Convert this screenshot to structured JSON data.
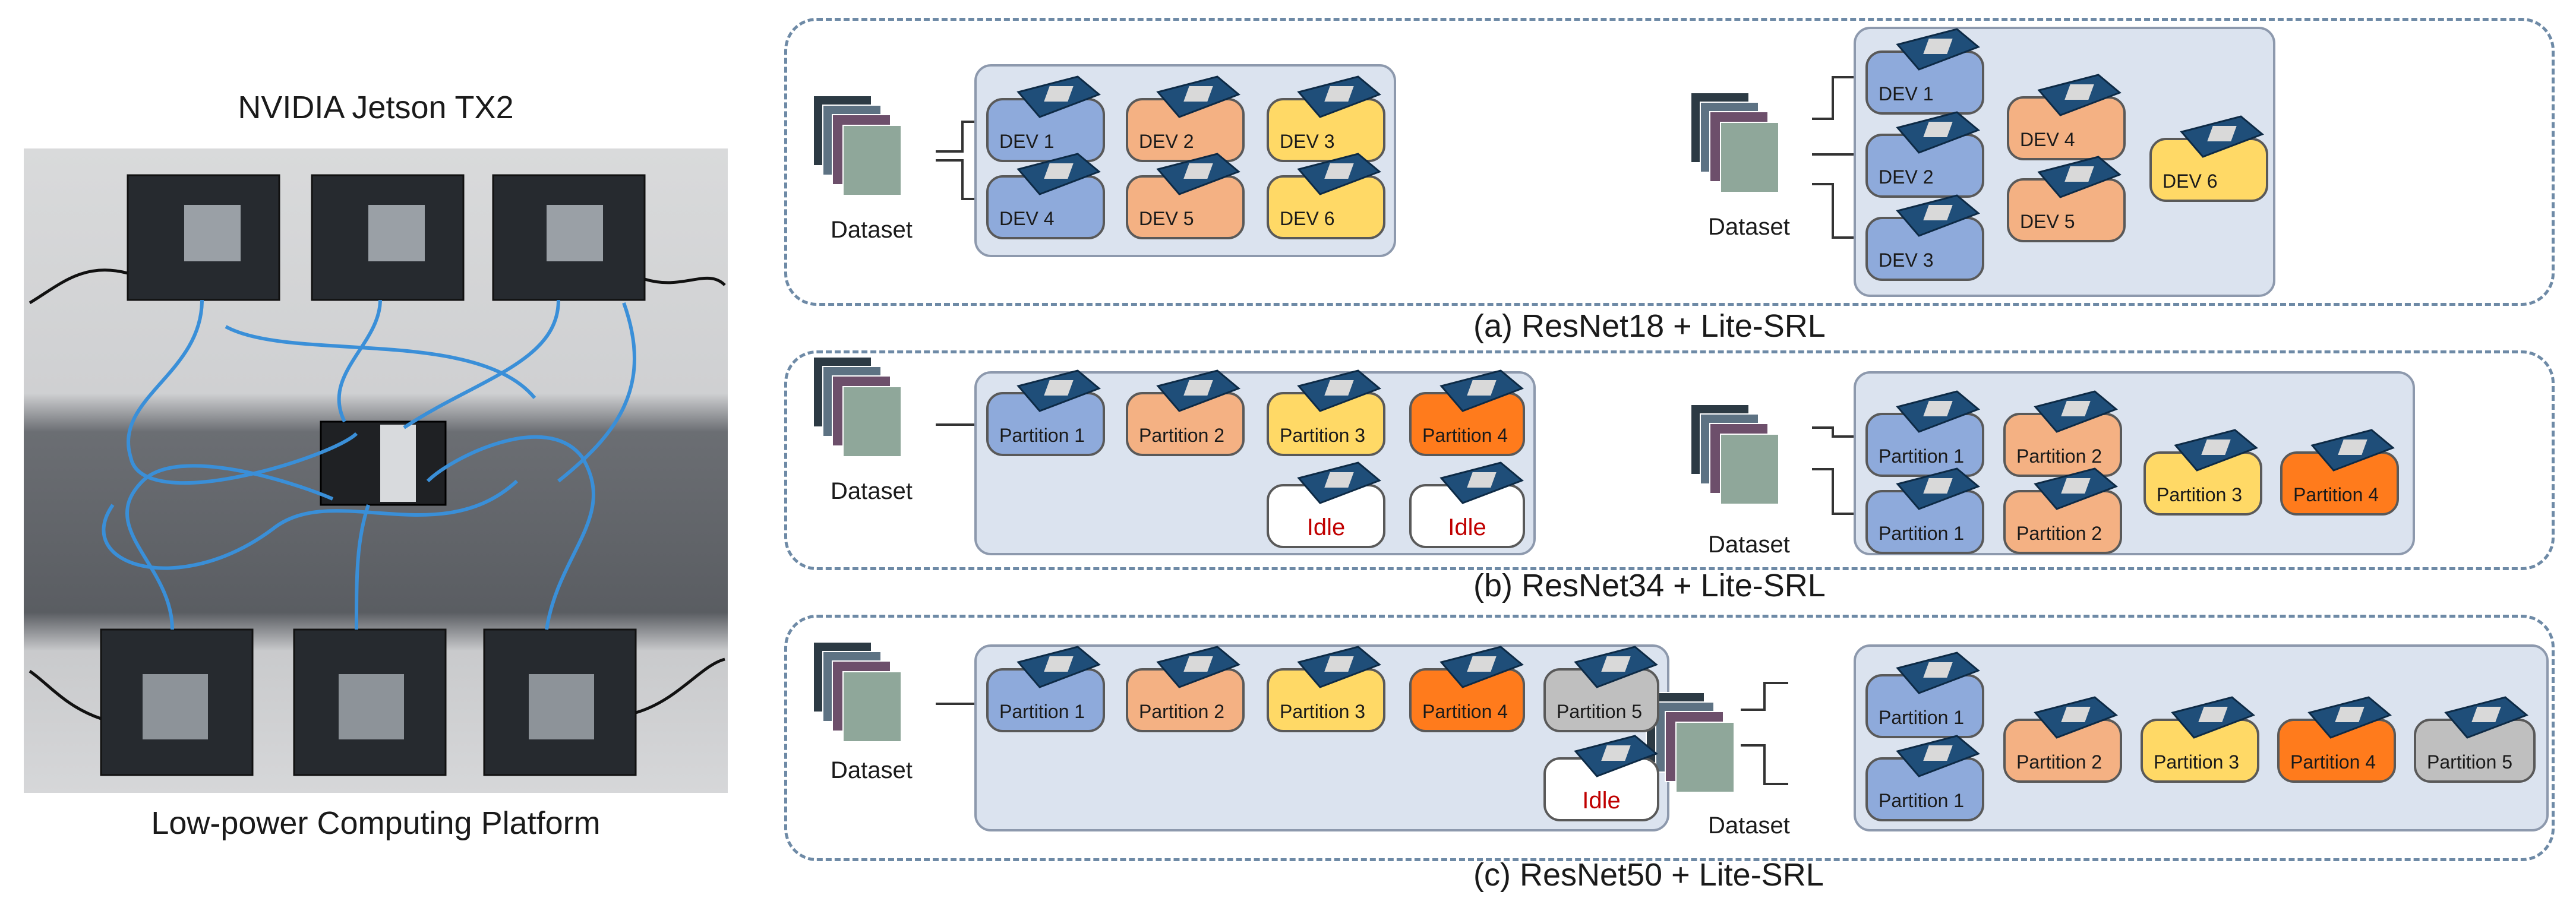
{
  "photo": {
    "title": "NVIDIA Jetson TX2",
    "caption": "Low-power Computing Platform"
  },
  "panels": {
    "a": {
      "caption": "(a) ResNet18 + Lite-SRL"
    },
    "b": {
      "caption": "(b) ResNet34 + Lite-SRL"
    },
    "c": {
      "caption": "(c) ResNet50 + Lite-SRL"
    }
  },
  "dataset_label": "Dataset",
  "devices": {
    "dev1": "DEV 1",
    "dev2": "DEV 2",
    "dev3": "DEV 3",
    "dev4": "DEV 4",
    "dev5": "DEV 5",
    "dev6": "DEV 6"
  },
  "partitions": {
    "p1": "Partition 1",
    "p2": "Partition 2",
    "p3": "Partition 3",
    "p4": "Partition 4",
    "p5": "Partition 5"
  },
  "idle_label": "Idle",
  "colors": {
    "blue": "#8eaadb",
    "salmon": "#f4b183",
    "yellow": "#ffd966",
    "orange": "#ff7b1c",
    "gray": "#bfbfbf",
    "idle_text": "#c00000",
    "arrow": "#e06b2a",
    "panel_border": "#6e8aa6",
    "group_bg": "#dbe3ef",
    "cable": "#3a8fd8"
  }
}
